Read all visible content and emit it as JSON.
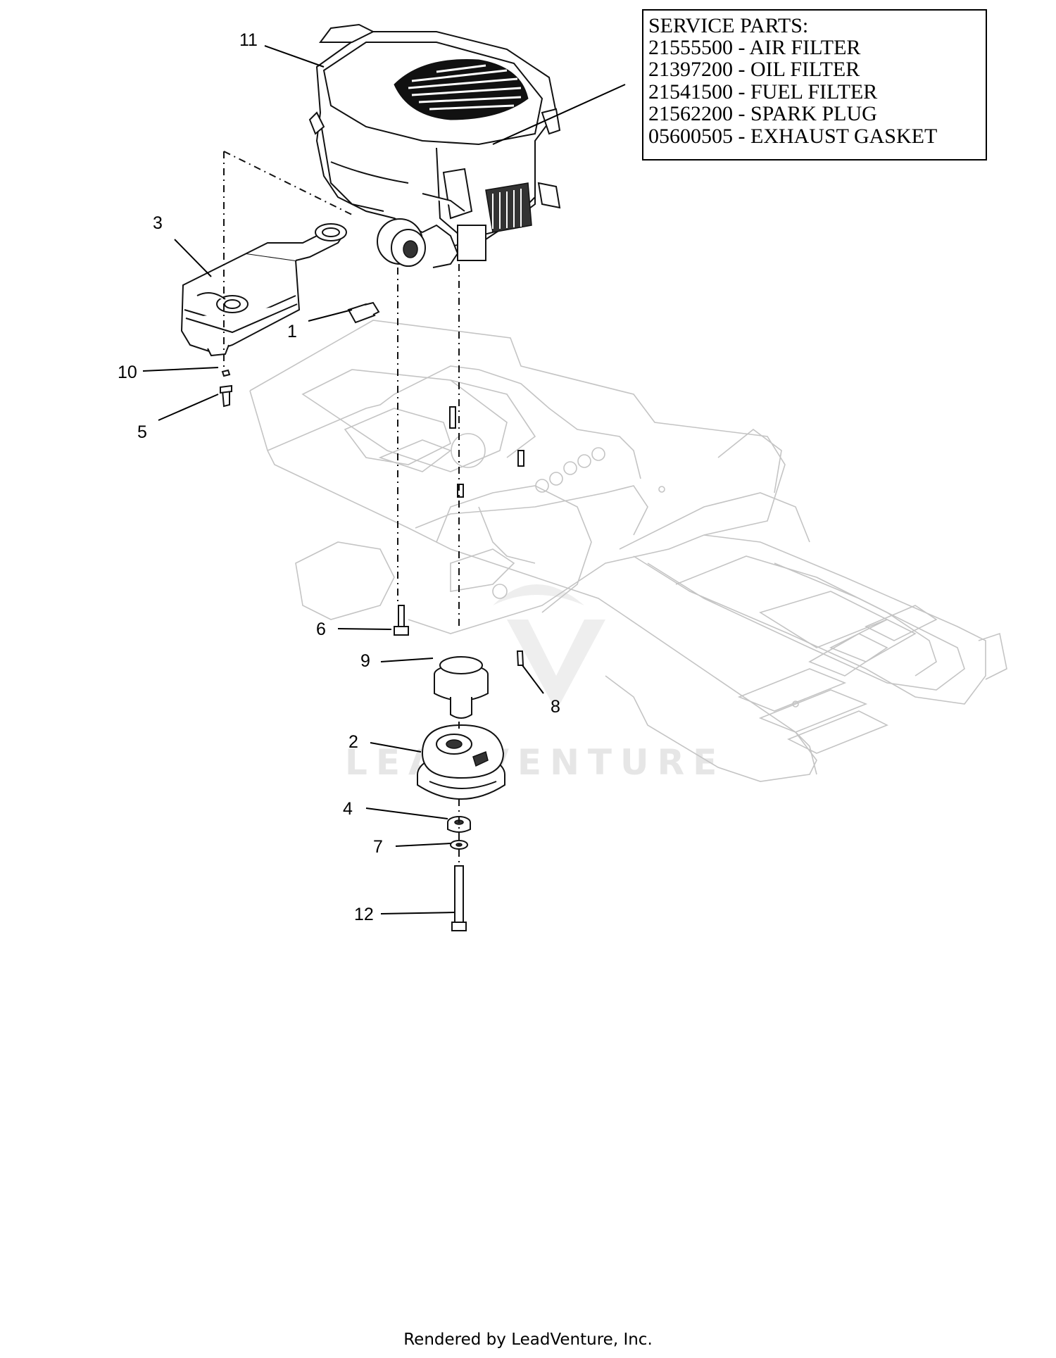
{
  "service_parts": {
    "title": "SERVICE PARTS:",
    "lines": [
      "21555500 - AIR FILTER",
      "21397200 - OIL FILTER",
      "21541500 - FUEL FILTER",
      "21562200 - SPARK PLUG",
      "05600505 - EXHAUST GASKET"
    ]
  },
  "callouts": {
    "c1": "1",
    "c2": "2",
    "c3": "3",
    "c4": "4",
    "c5": "5",
    "c6": "6",
    "c7": "7",
    "c8": "8",
    "c9": "9",
    "c10": "10",
    "c11": "11",
    "c12": "12"
  },
  "watermark": "LEADVENTURE",
  "footer": "Rendered by LeadVenture, Inc."
}
